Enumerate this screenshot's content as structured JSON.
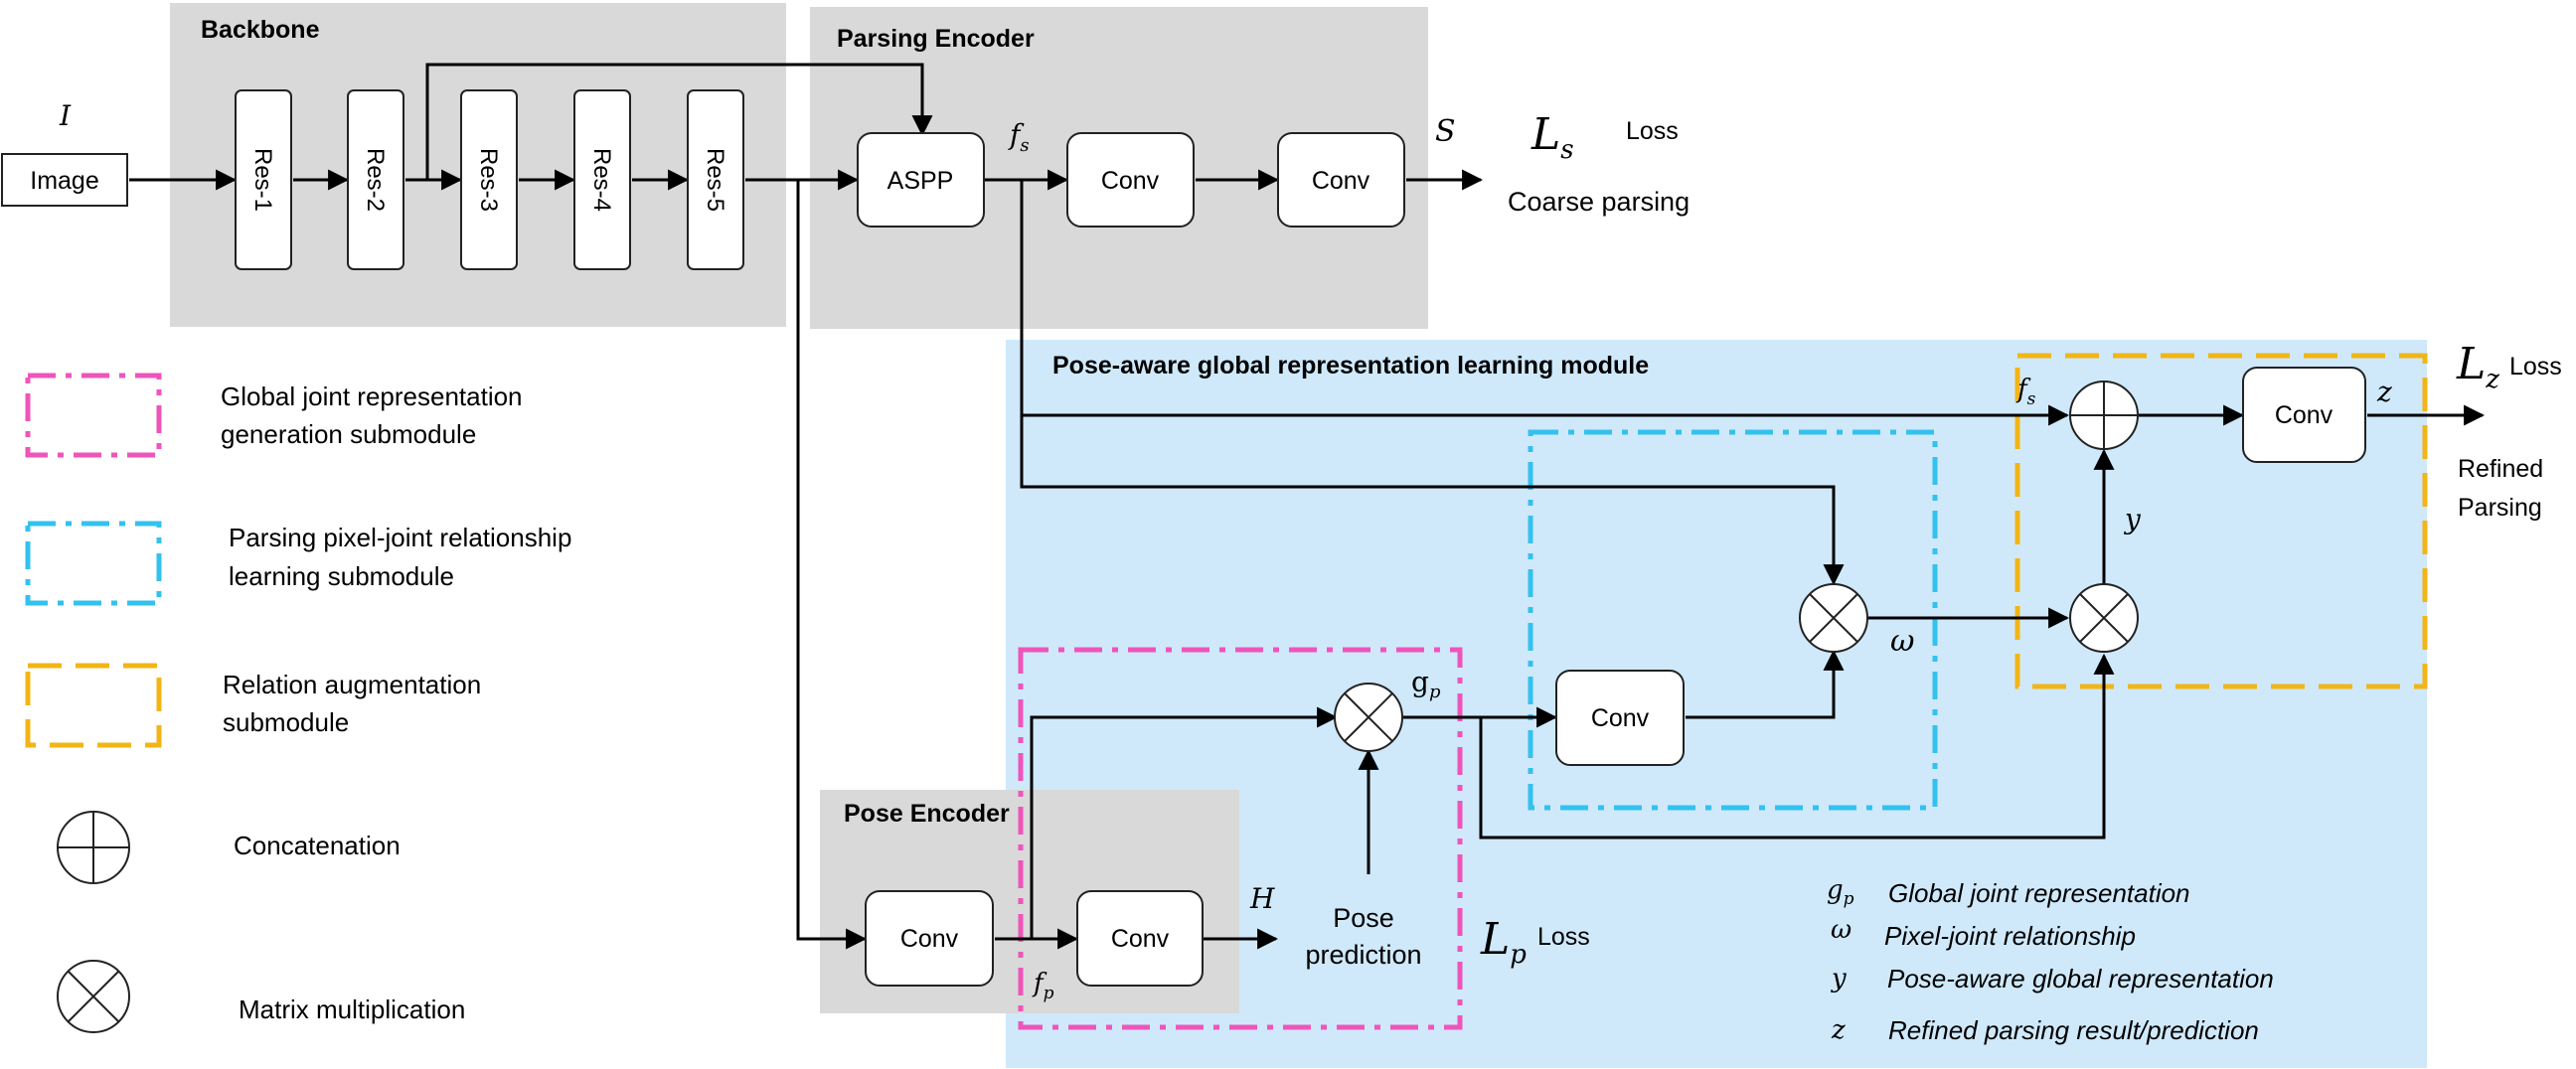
{
  "regions": {
    "backbone": "Backbone",
    "parsing_encoder": "Parsing Encoder",
    "pose_module": "Pose-aware global representation learning module",
    "pose_encoder": "Pose Encoder"
  },
  "blocks": {
    "image": "Image",
    "res": [
      "Res-1",
      "Res-2",
      "Res-3",
      "Res-4",
      "Res-5"
    ],
    "aspp": "ASPP",
    "conv": "Conv",
    "pose_prediction": [
      "Pose",
      "prediction"
    ]
  },
  "symbols": {
    "I": "I",
    "fs": "f",
    "fs_sub": "s",
    "S": "S",
    "Ls": "L",
    "Ls_sub": "s",
    "Lz": "L",
    "Lz_sub": "z",
    "Lp": "L",
    "Lp_sub": "p",
    "fp": "f",
    "fp_sub": "p",
    "H": "H",
    "gp": "g",
    "gp_sub": "p",
    "omega": "ω",
    "y": "y",
    "z": "z"
  },
  "labels": {
    "loss": "Loss",
    "coarse_parsing": "Coarse parsing",
    "refined_parsing": [
      "Refined",
      "Parsing"
    ]
  },
  "legend": {
    "pink": [
      "Global joint representation",
      "generation submodule"
    ],
    "blue": [
      "Parsing pixel-joint relationship",
      "learning submodule"
    ],
    "yellow": [
      "Relation augmentation",
      "submodule"
    ],
    "concat": "Concatenation",
    "matmul": "Matrix multiplication"
  },
  "notation": [
    {
      "symbol": "g",
      "sub": "p",
      "text": "Global joint representation"
    },
    {
      "symbol": "ω",
      "sub": "",
      "text": "Pixel-joint relationship"
    },
    {
      "symbol": "y",
      "sub": "",
      "text": "Pose-aware global representation"
    },
    {
      "symbol": "z",
      "sub": "",
      "text": "Refined parsing result/prediction"
    }
  ],
  "colors": {
    "pink": "#ee55bb",
    "blue": "#33c1ee",
    "yellow": "#f2b517",
    "region_gray": "#d9d9d9",
    "region_blue": "#cfe9fb"
  }
}
